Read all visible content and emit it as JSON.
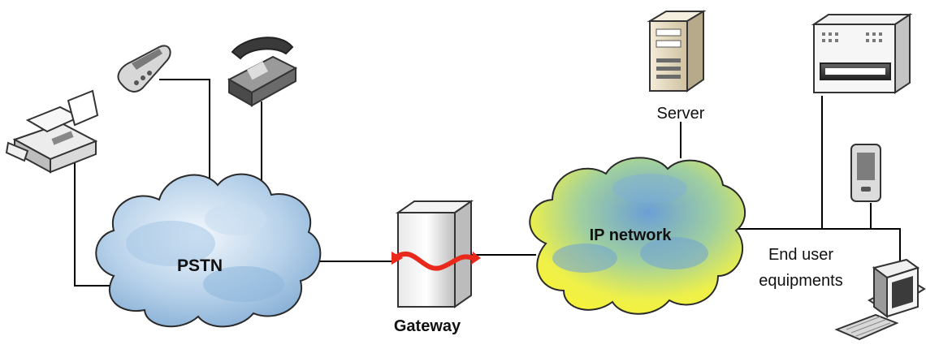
{
  "labels": {
    "pstn": "PSTN",
    "gateway": "Gateway",
    "ip_network": "IP network",
    "server": "Server",
    "end_user_line1": "End user",
    "end_user_line2": "equipments"
  },
  "colors": {
    "pstn_cloud": "#8fb8dc",
    "pstn_cloud_light": "#e3eef8",
    "ip_cloud_yellow": "#f4f04a",
    "ip_cloud_blue": "#6fa3d6",
    "gateway_arrow": "#e8291c",
    "wire": "#000000"
  },
  "icons": [
    "fax-machine-icon",
    "cordless-phone-icon",
    "desk-telephone-icon",
    "gateway-icon",
    "server-icon",
    "rack-device-icon",
    "pda-icon",
    "desktop-computer-icon"
  ]
}
